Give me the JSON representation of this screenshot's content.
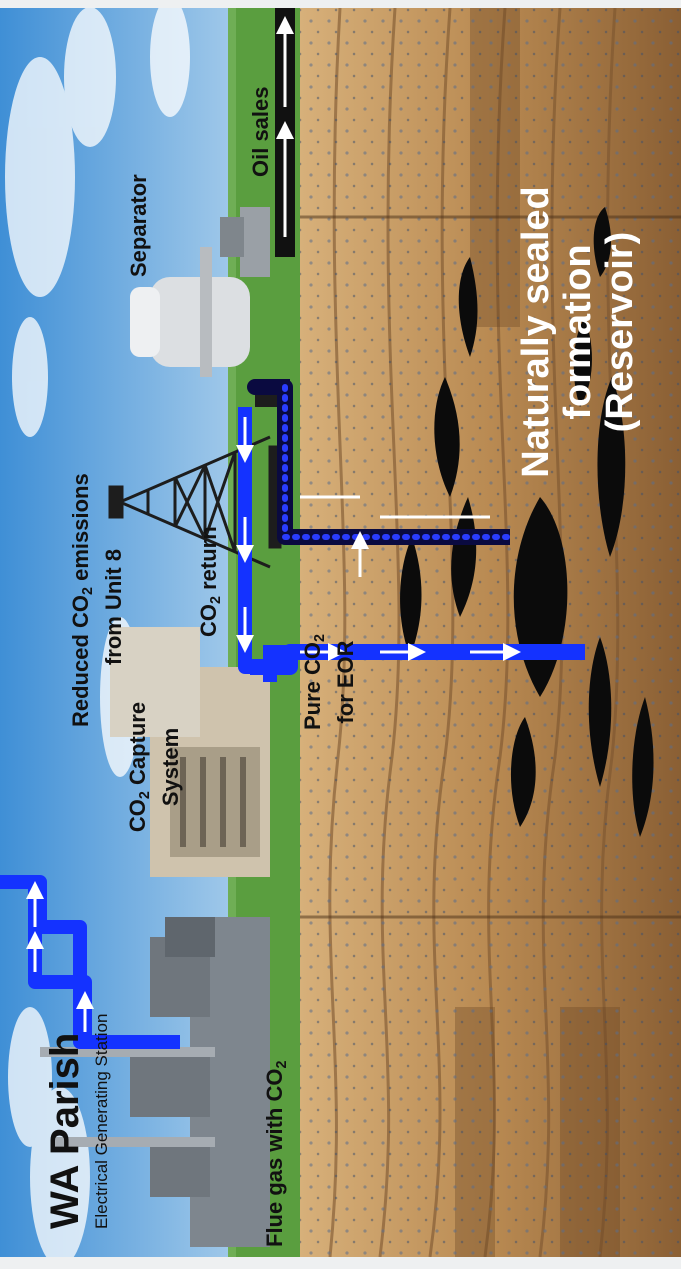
{
  "labels": {
    "plant_title": "WA Parish",
    "plant_subtitle": "Electrical Generating Station",
    "flue_gas": "Flue gas with CO",
    "flue_gas_sub": "2",
    "capture_line1_pre": "CO",
    "capture_line1_sub": "2",
    "capture_line1_post": " Capture",
    "capture_line2": "System",
    "reduced_line1_pre": "Reduced CO",
    "reduced_line1_sub": "2",
    "reduced_line1_post": " emissions",
    "reduced_line2": "from Unit  8",
    "pure_line1_pre": "Pure CO",
    "pure_line1_sub": "2",
    "pure_line2": "for EOR",
    "return_pre": "CO",
    "return_sub": "2",
    "return_post": " return",
    "separator": "Separator",
    "oil_sales": "Oil sales",
    "reservoir_line1": "Naturally sealed",
    "reservoir_line2": "formation",
    "reservoir_line3": "(Reservoir)"
  },
  "colors": {
    "co2_pipe": "#1432ff",
    "return_pipe_outer": "#0a0a40",
    "return_pipe_dots": "#2a3cff",
    "sky_top": "#3f8fd6",
    "sky_bottom": "#bcd9ef",
    "ground": "#5a9e3f",
    "oil_sales_band": "#111111"
  }
}
